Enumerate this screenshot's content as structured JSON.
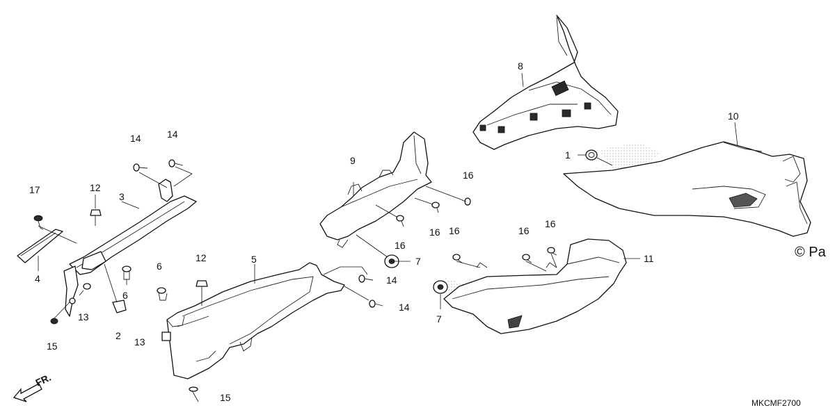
{
  "diagram": {
    "copyright": "© Pa",
    "diagram_code": "MKCMF2700",
    "front_arrow_label": "FR.",
    "part_labels": {
      "p1": "1",
      "p2": "2",
      "p3": "3",
      "p4": "4",
      "p5": "5",
      "p6a": "6",
      "p6b": "6",
      "p7a": "7",
      "p7b": "7",
      "p8": "8",
      "p9": "9",
      "p10": "10",
      "p11": "11",
      "p12a": "12",
      "p12b": "12",
      "p13a": "13",
      "p13b": "13",
      "p14a": "14",
      "p14b": "14",
      "p14c": "14",
      "p14d": "14",
      "p15a": "15",
      "p15b": "15",
      "p16a": "16",
      "p16b": "16",
      "p16c": "16",
      "p16d": "16",
      "p16e": "16",
      "p16f": "16",
      "p17": "17"
    }
  }
}
